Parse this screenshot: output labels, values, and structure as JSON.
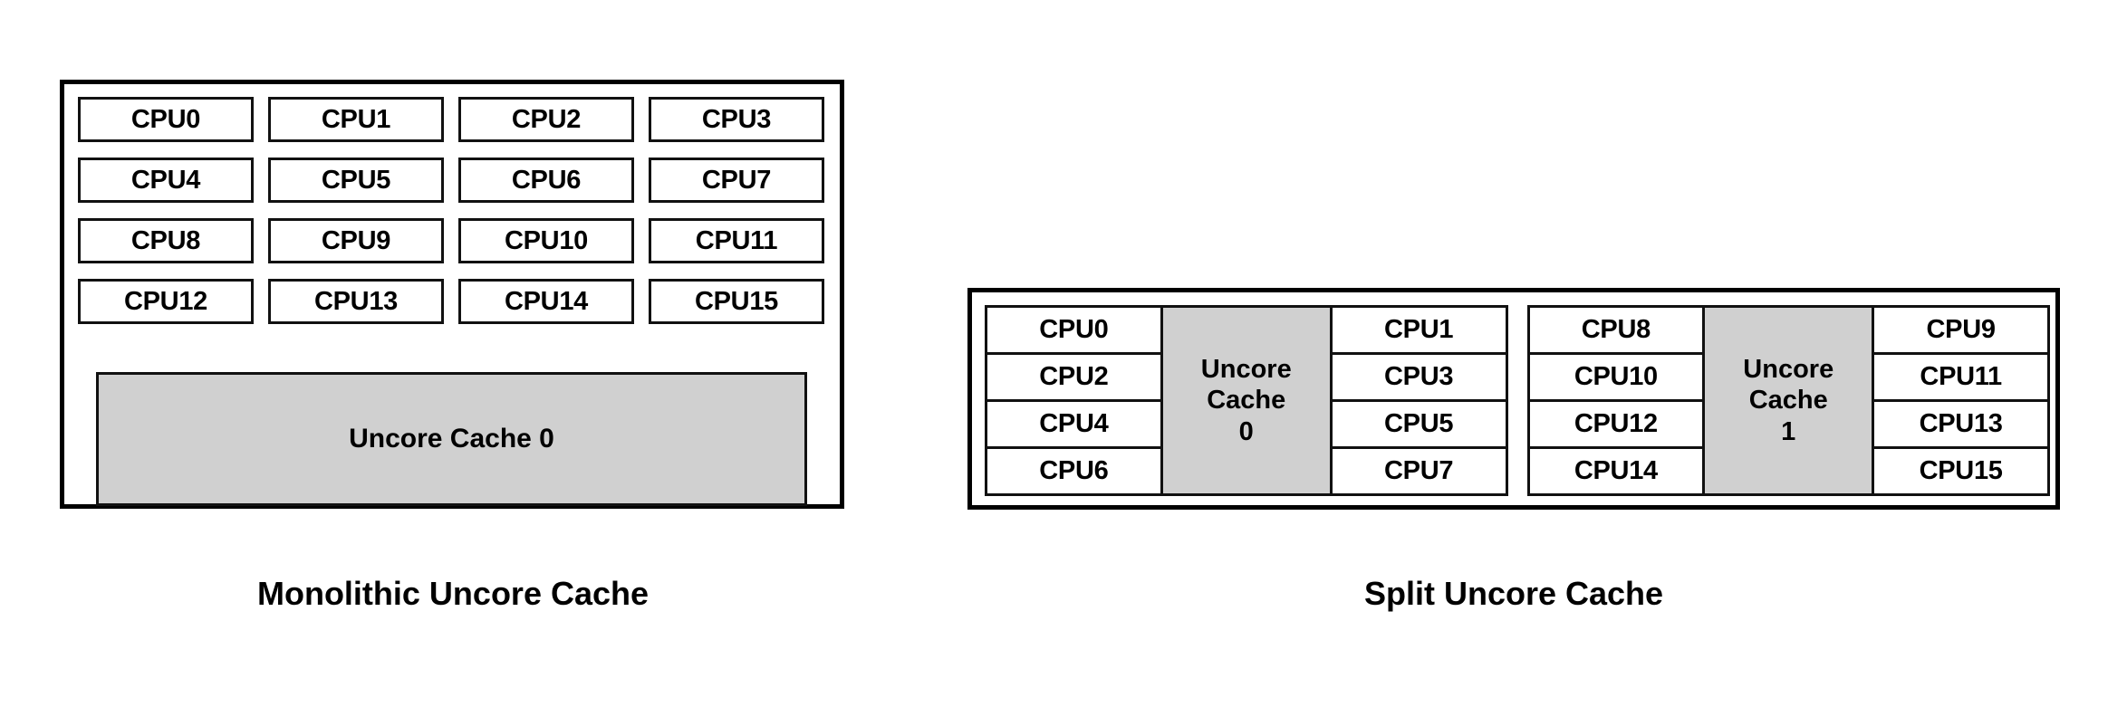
{
  "diagram": {
    "title_implicit": "Uncore cache topology comparison",
    "colors": {
      "cache_fill": "#d0d0d0",
      "box_fill": "#ffffff",
      "border": "#111111",
      "frame_border": "#000000",
      "text": "#000000",
      "background": "#ffffff"
    }
  },
  "monolithic": {
    "caption": "Monolithic Uncore Cache",
    "cpu_rows": [
      [
        "CPU0",
        "CPU1",
        "CPU2",
        "CPU3"
      ],
      [
        "CPU4",
        "CPU5",
        "CPU6",
        "CPU7"
      ],
      [
        "CPU8",
        "CPU9",
        "CPU10",
        "CPU11"
      ],
      [
        "CPU12",
        "CPU13",
        "CPU14",
        "CPU15"
      ]
    ],
    "uncore_cache": {
      "label": "Uncore Cache 0",
      "index": "0"
    }
  },
  "split": {
    "caption": "Split Uncore Cache",
    "groups": [
      {
        "left_cpus": [
          "CPU0",
          "CPU2",
          "CPU4",
          "CPU6"
        ],
        "uncore": {
          "line1": "Uncore",
          "line2": "Cache",
          "line3": "0"
        },
        "right_cpus": [
          "CPU1",
          "CPU3",
          "CPU5",
          "CPU7"
        ]
      },
      {
        "left_cpus": [
          "CPU8",
          "CPU10",
          "CPU12",
          "CPU14"
        ],
        "uncore": {
          "line1": "Uncore",
          "line2": "Cache",
          "line3": "1"
        },
        "right_cpus": [
          "CPU9",
          "CPU11",
          "CPU13",
          "CPU15"
        ]
      }
    ]
  }
}
